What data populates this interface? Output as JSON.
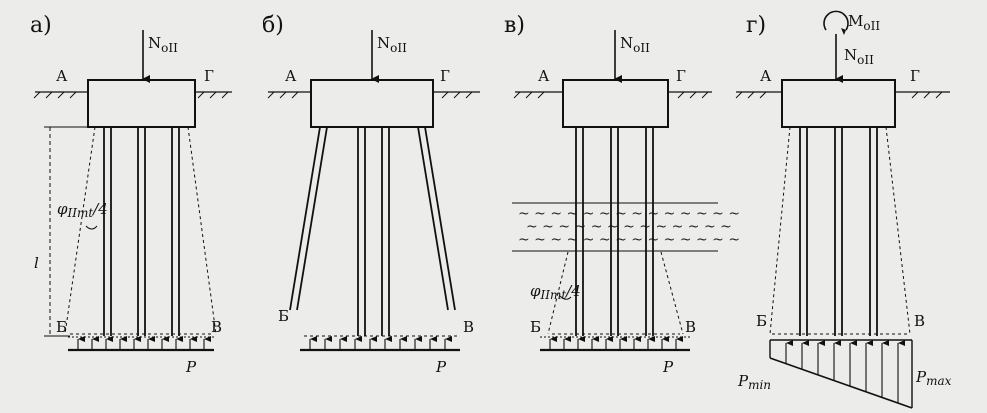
{
  "background_text": [
    "",
    "",
    "",
    "",
    "",
    ""
  ],
  "panels": [
    {
      "letter": "а)",
      "load": "N",
      "load_sub": "оII",
      "corner_top_left": "А",
      "corner_top_right": "Г",
      "corner_bottom_left": "Б",
      "corner_bottom_right": "В",
      "angle_label": "φ",
      "angle_sub": "IImt",
      "angle_suffix": "/4",
      "length_label": "l",
      "pressure": "P"
    },
    {
      "letter": "б)",
      "load": "N",
      "load_sub": "оII",
      "corner_top_left": "А",
      "corner_top_right": "Г",
      "corner_bottom_left": "Б",
      "corner_bottom_right": "В",
      "pressure": "P"
    },
    {
      "letter": "в)",
      "load": "N",
      "load_sub": "оII",
      "corner_top_left": "А",
      "corner_top_right": "Г",
      "corner_bottom_left": "Б",
      "corner_bottom_right": "В",
      "angle_label": "φ",
      "angle_sub": "IImt",
      "angle_suffix": "/4",
      "pressure": "P"
    },
    {
      "letter": "г)",
      "moment": "M",
      "moment_sub": "оII",
      "load": "N",
      "load_sub": "оII",
      "corner_top_left": "А",
      "corner_top_right": "Г",
      "corner_bottom_left": "Б",
      "corner_bottom_right": "В",
      "pmin": "P",
      "pmin_sub": "min",
      "pmax": "P",
      "pmax_sub": "max"
    }
  ]
}
